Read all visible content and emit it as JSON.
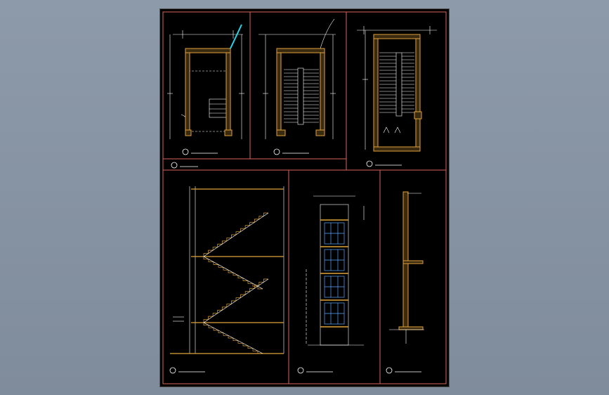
{
  "viewer": {
    "background": "#8795a5",
    "sheet_color": "#000000"
  },
  "drawing": {
    "frame_color": "#d9655a",
    "wall_color": "#e0a23a",
    "hatch_color": "#c9c24a",
    "line_color": "#ffffff",
    "accent_color": "#27d3e6",
    "glass_color": "#5aa7ff",
    "panels": [
      {
        "id": "plan-ground",
        "kind": "plan"
      },
      {
        "id": "plan-typical",
        "kind": "plan"
      },
      {
        "id": "plan-top",
        "kind": "plan"
      },
      {
        "id": "section",
        "kind": "section"
      },
      {
        "id": "elevation",
        "kind": "elevation"
      },
      {
        "id": "wall-detail",
        "kind": "detail"
      }
    ]
  }
}
